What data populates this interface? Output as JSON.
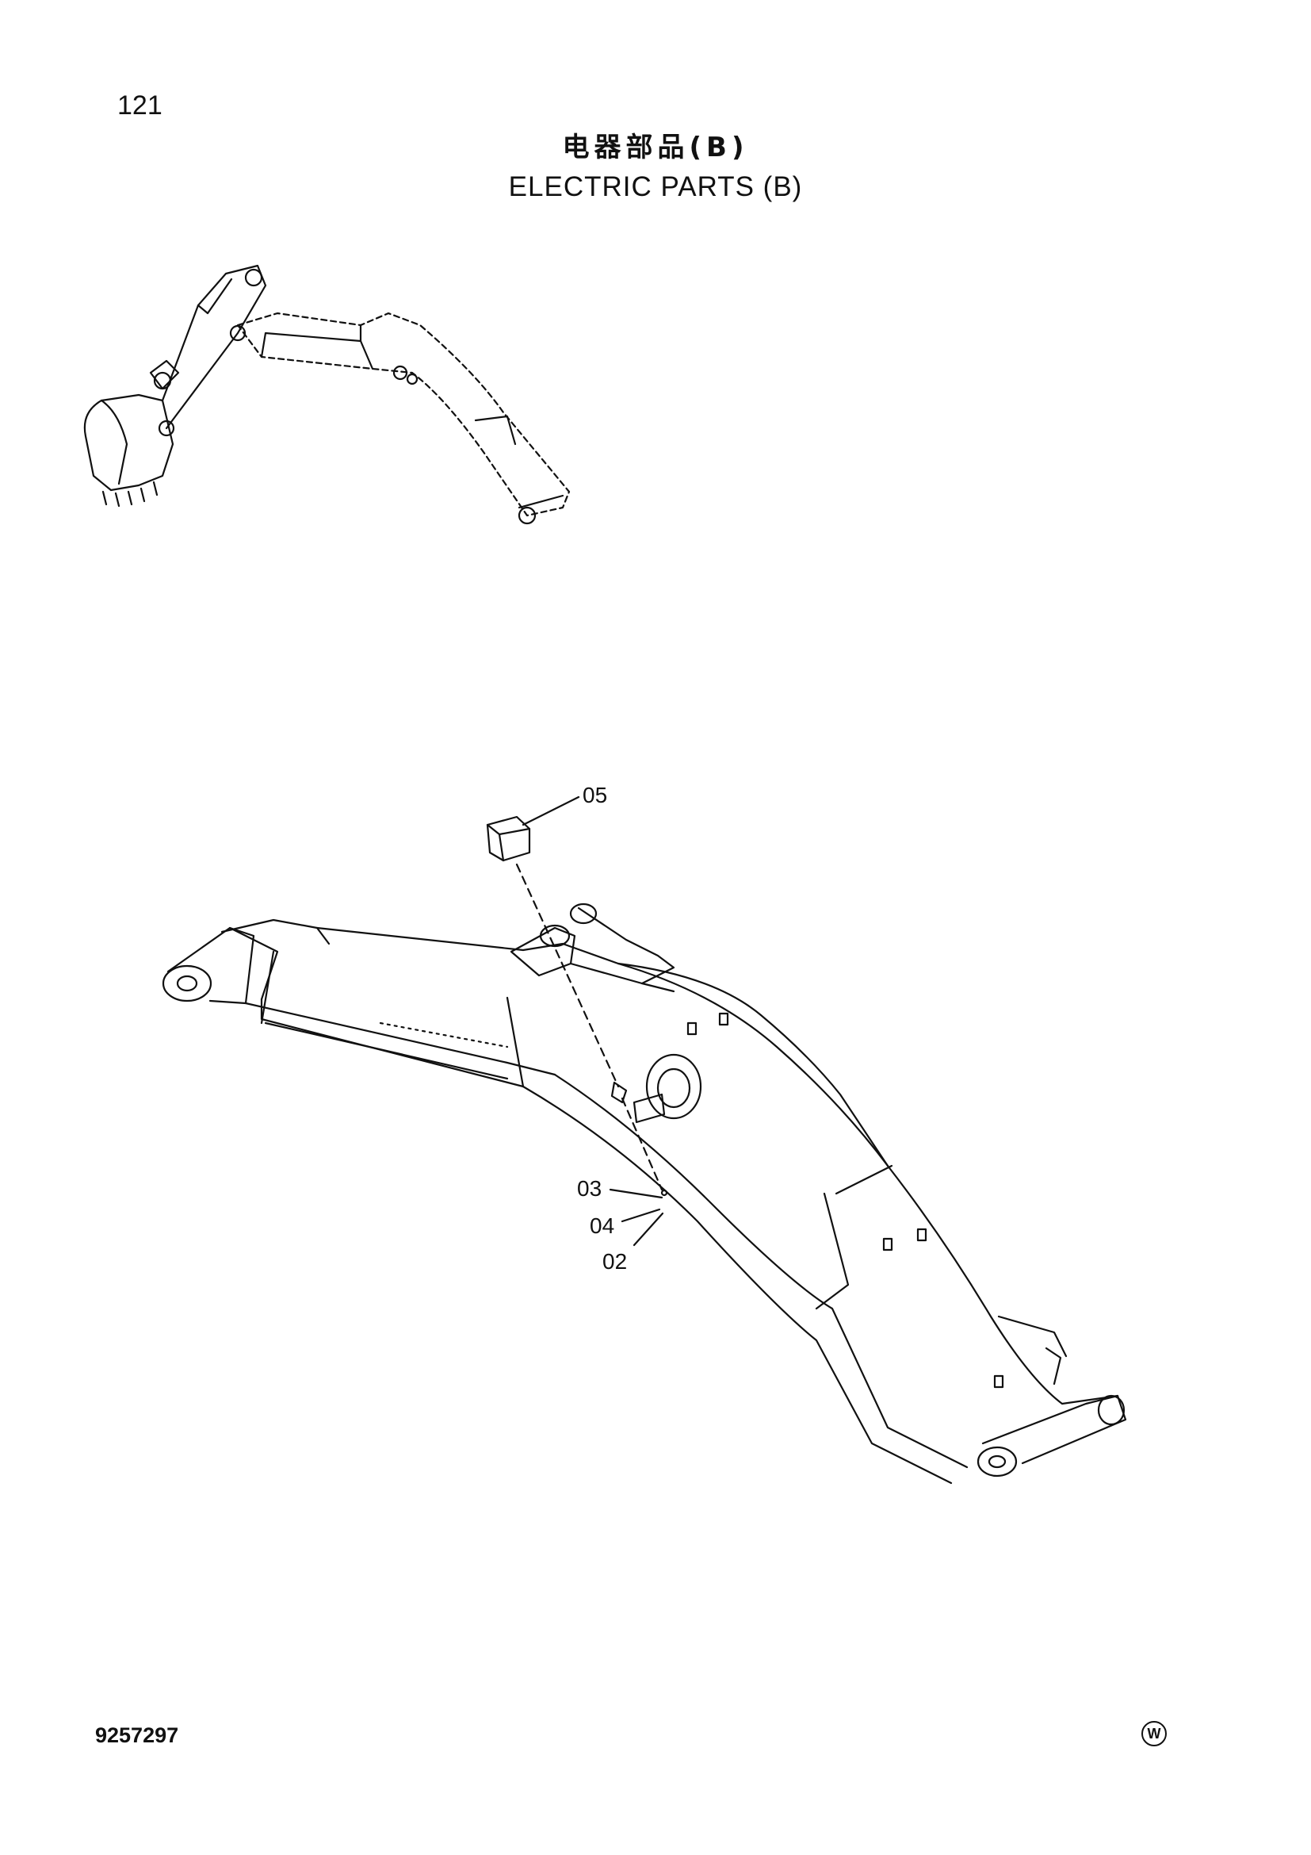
{
  "header": {
    "page_number": "121",
    "title_cn": "电器部品(B)",
    "title_en": "ELECTRIC PARTS (B)"
  },
  "callouts": [
    "05",
    "03",
    "04",
    "02"
  ],
  "footer": {
    "doc_code": "9257297",
    "mark": "W"
  }
}
